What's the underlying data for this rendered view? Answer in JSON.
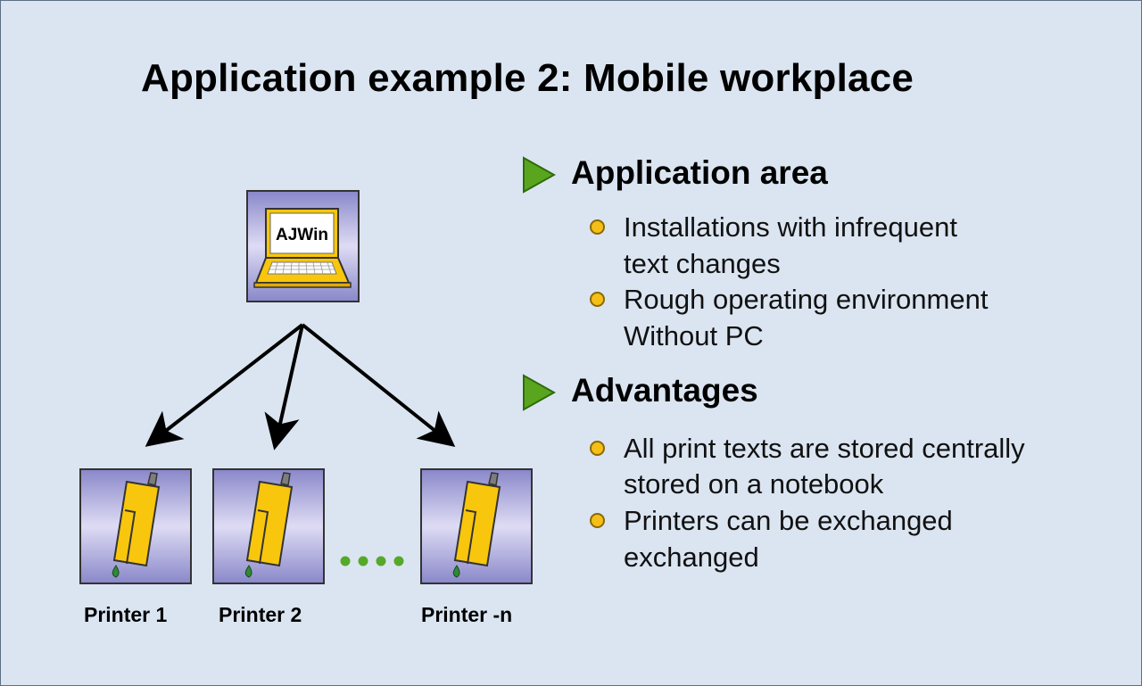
{
  "slide": {
    "title": "Application example 2: Mobile workplace",
    "sections": [
      {
        "heading": "Application area",
        "bullets": [
          [
            "Installations with infrequent",
            "text changes"
          ],
          [
            "Rough operating environment",
            "Without PC"
          ]
        ]
      },
      {
        "heading": "Advantages",
        "bullets": [
          [
            "All print texts are stored centrally",
            "stored on a notebook"
          ],
          [
            "Printers can be exchanged",
            "exchanged"
          ]
        ]
      }
    ]
  },
  "diagram": {
    "laptop_screen_text": "AJWin",
    "printers": [
      "Printer 1",
      "Printer 2",
      "Printer -n"
    ],
    "colors": {
      "background": "#dbe5f1",
      "bullet_triangle": "#5aa51e",
      "bullet_dot": "#f5bf18",
      "printer_body": "#f8c60c",
      "box_fill": "#9c9ad4",
      "ellipsis_dots": "#56a82a"
    }
  }
}
